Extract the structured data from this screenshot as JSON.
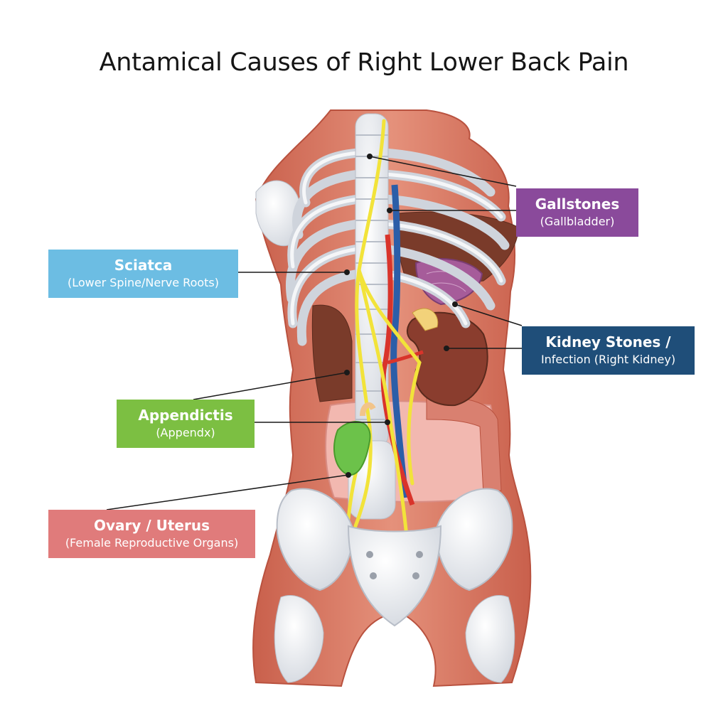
{
  "title": "Antamical Causes of Right Lower Back Pain",
  "labels": {
    "gallstones": {
      "main": "Gallstones",
      "sub": "(Gallbladder)",
      "color": "#8a4a9b"
    },
    "sciatica": {
      "main": "Sciatca",
      "sub": "(Lower Spine/Nerve Roots)",
      "color": "#6cbde3"
    },
    "kidney": {
      "main": "Kidney Stones /",
      "sub": "Infection (Right Kidney)",
      "color": "#1f4e79"
    },
    "appendicitis": {
      "main": "Appendictis",
      "sub": "(Appendx)",
      "color": "#7cbf42"
    },
    "ovary": {
      "main": "Ovary / Uterus",
      "sub": "(Female Reproductive Organs)",
      "color": "#e07b7b"
    }
  },
  "colors": {
    "muscle": "#d9735e",
    "bone": "#e8eaee",
    "liver": "#7a3b2a",
    "kidney": "#8a3d2e",
    "nerve": "#f2e33a",
    "artery": "#d9342b",
    "vein": "#2c5ea8",
    "gallbladder": "#a65c9a",
    "appendix": "#6cc24a",
    "intestine": "#f2b8b0"
  }
}
